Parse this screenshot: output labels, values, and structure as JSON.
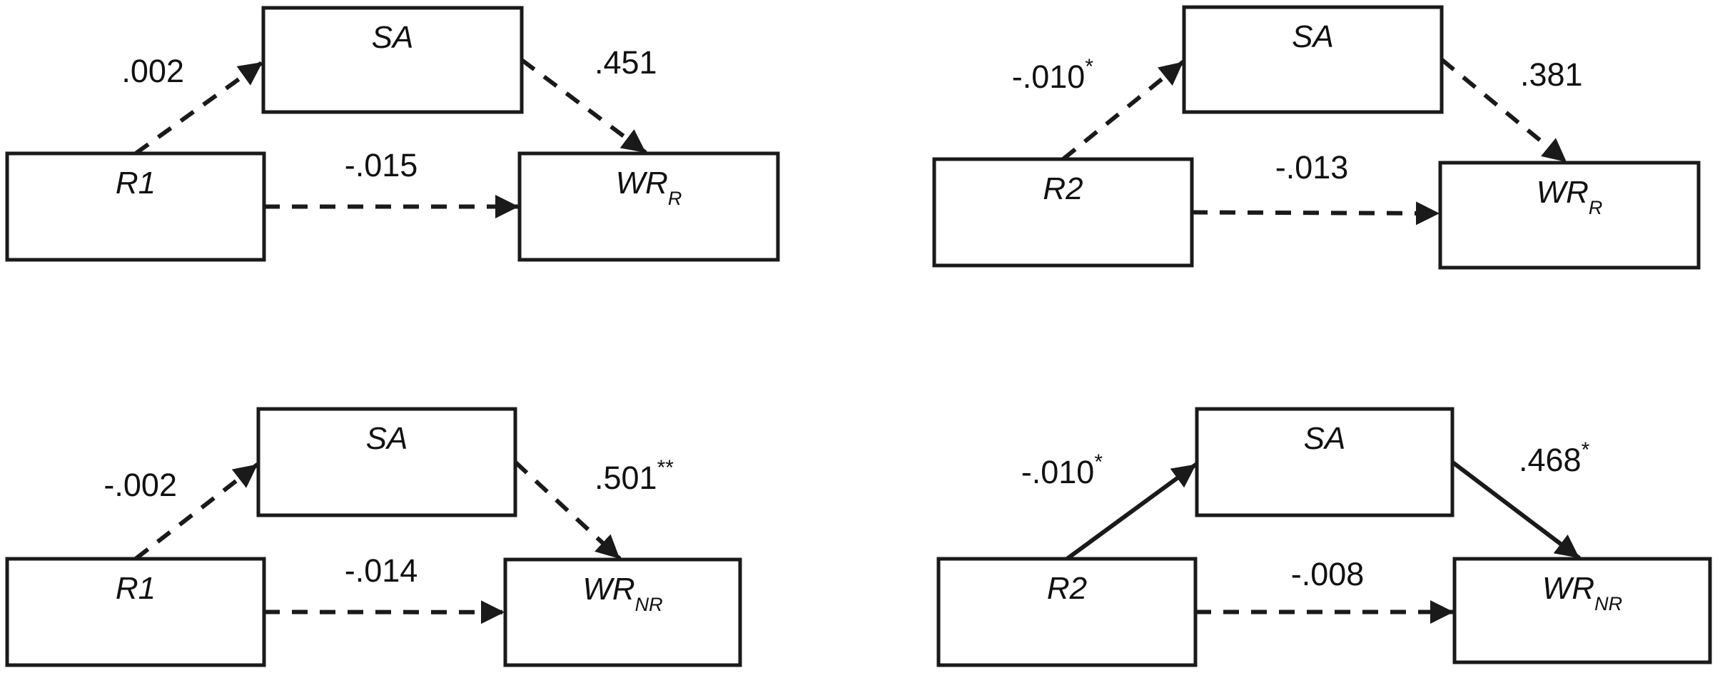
{
  "figure": {
    "panels": [
      {
        "id": "top-left",
        "predictor": {
          "label": "R1",
          "sub": ""
        },
        "mediator": {
          "label": "SA",
          "sub": ""
        },
        "outcome": {
          "label": "WR",
          "sub": "R"
        },
        "paths": {
          "a": {
            "value": ".002",
            "sig": "",
            "significant": false
          },
          "b": {
            "value": ".451",
            "sig": "",
            "significant": false
          },
          "c": {
            "value": "-.015",
            "sig": "",
            "significant": false
          }
        }
      },
      {
        "id": "top-right",
        "predictor": {
          "label": "R2",
          "sub": ""
        },
        "mediator": {
          "label": "SA",
          "sub": ""
        },
        "outcome": {
          "label": "WR",
          "sub": "R"
        },
        "paths": {
          "a": {
            "value": "-.010",
            "sig": "*",
            "significant": false
          },
          "b": {
            "value": ".381",
            "sig": "",
            "significant": false
          },
          "c": {
            "value": "-.013",
            "sig": "",
            "significant": false
          }
        }
      },
      {
        "id": "bottom-left",
        "predictor": {
          "label": "R1",
          "sub": ""
        },
        "mediator": {
          "label": "SA",
          "sub": ""
        },
        "outcome": {
          "label": "WR",
          "sub": "NR"
        },
        "paths": {
          "a": {
            "value": "-.002",
            "sig": "",
            "significant": false
          },
          "b": {
            "value": ".501",
            "sig": "**",
            "significant": false
          },
          "c": {
            "value": "-.014",
            "sig": "",
            "significant": false
          }
        }
      },
      {
        "id": "bottom-right",
        "predictor": {
          "label": "R2",
          "sub": ""
        },
        "mediator": {
          "label": "SA",
          "sub": ""
        },
        "outcome": {
          "label": "WR",
          "sub": "NR"
        },
        "paths": {
          "a": {
            "value": "-.010",
            "sig": "*",
            "significant": true
          },
          "b": {
            "value": ".468",
            "sig": "*",
            "significant": true
          },
          "c": {
            "value": "-.008",
            "sig": "",
            "significant": false
          }
        }
      }
    ]
  }
}
